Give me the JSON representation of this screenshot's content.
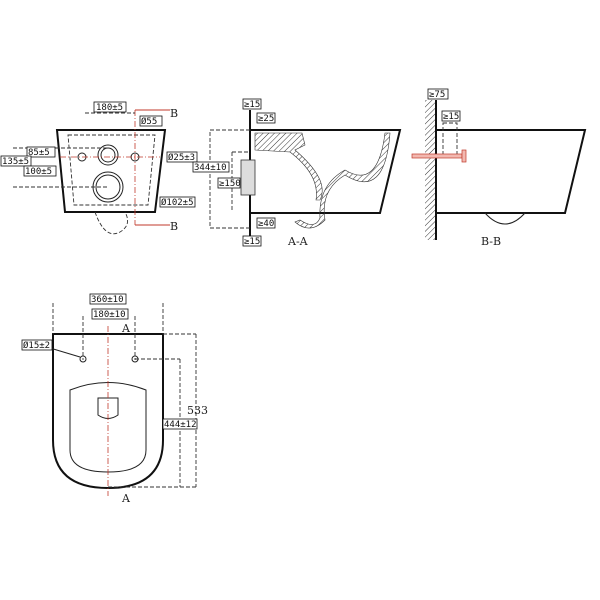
{
  "front_view": {
    "width_top": "180±5",
    "inlet_diameter": "Ø55",
    "section_mark_top": "B",
    "section_mark_bottom": "B",
    "bolt_height": "85±5",
    "overall_height": "135±5",
    "outlet_height": "100±5",
    "bolt_hole_diameter": "Ø25±3",
    "outlet_diameter": "Ø102±5"
  },
  "section_a": {
    "caption": "A-A",
    "top_clearance": "≥15",
    "inlet_depth": "≥25",
    "height": "344±10",
    "outlet_length": "≥150",
    "bottom_depth": "≥40",
    "bottom_clearance": "≥15"
  },
  "section_b": {
    "caption": "B-B",
    "bolt_length": "≥75",
    "bolt_clearance": "≥15"
  },
  "top_view": {
    "overall_width": "360±10",
    "bolt_spacing": "180±10",
    "section_mark_top": "A",
    "section_mark_bottom": "A",
    "bolt_hole_diameter": "Ø15±2",
    "overall_length": "533",
    "bolt_to_front": "444±12"
  }
}
